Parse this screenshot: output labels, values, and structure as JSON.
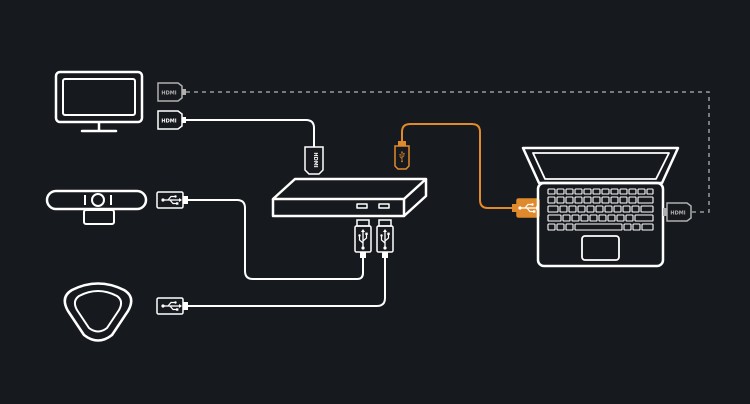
{
  "colors": {
    "background": "#16191d",
    "line": "#ffffff",
    "accent": "#e08a2c",
    "dashed": "#9a9a9a"
  },
  "labels": {
    "hdmi": "HDMI"
  },
  "devices": [
    {
      "name": "monitor",
      "icon": "monitor-icon"
    },
    {
      "name": "conference-camera",
      "icon": "camera-icon"
    },
    {
      "name": "speakerphone",
      "icon": "speakerphone-icon"
    },
    {
      "name": "docking-hub",
      "icon": "hub-icon"
    },
    {
      "name": "laptop",
      "icon": "laptop-icon"
    }
  ],
  "connectors": [
    {
      "type": "HDMI",
      "between": [
        "monitor",
        "laptop"
      ],
      "style": "dashed"
    },
    {
      "type": "HDMI",
      "between": [
        "monitor",
        "docking-hub"
      ],
      "style": "solid"
    },
    {
      "type": "USB",
      "between": [
        "conference-camera",
        "docking-hub"
      ],
      "style": "solid"
    },
    {
      "type": "USB",
      "between": [
        "speakerphone",
        "docking-hub"
      ],
      "style": "solid"
    },
    {
      "type": "USB",
      "between": [
        "docking-hub",
        "laptop"
      ],
      "style": "accent"
    }
  ]
}
